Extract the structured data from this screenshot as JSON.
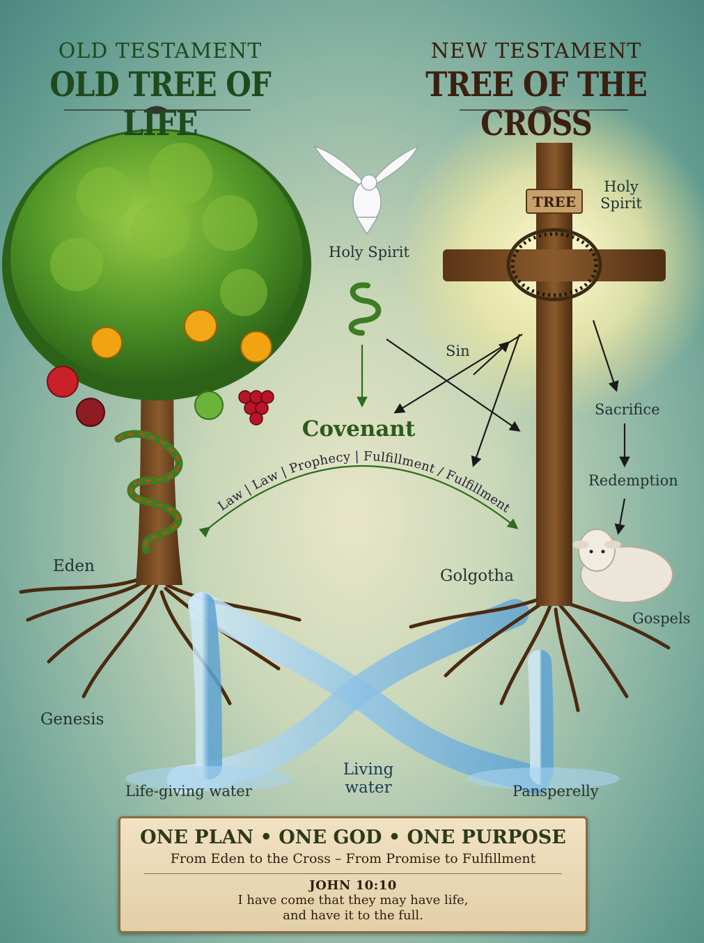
{
  "left_header": {
    "subtitle": "OLD TESTAMENT",
    "title": "OLD TREE OF LIFE"
  },
  "right_header": {
    "subtitle": "NEW TESTAMENT",
    "title": "TREE OF THE CROSS"
  },
  "labels": {
    "holy_spirit_dove": "Holy Spirit",
    "holy_spirit_right_1": "Holy",
    "holy_spirit_right_2": "Spirit",
    "sin": "Sin",
    "covenant": "Covenant",
    "sacrifice": "Sacrifice",
    "redemption": "Redemption",
    "eden": "Eden",
    "golgotha": "Golgotha",
    "gospels": "Gospels",
    "genesis": "Genesis",
    "living_1": "Living",
    "living_2": "water",
    "life_giving_water": "Life-giving water",
    "pansperelly": "Pansperelly",
    "tree_sign": "TREE"
  },
  "arc_labels": [
    "Law",
    "Law",
    "Prophecy",
    "Fulfillment",
    "Fulfillment"
  ],
  "banner": {
    "motto": "ONE PLAN  •  ONE GOD  •  ONE PURPOSE",
    "subtitle": "From Eden to the Cross – From Promise to Fulfillment",
    "verse_ref": "JOHN 10:10",
    "verse_line_1": "I have come that they may have life,",
    "verse_line_2": "and have it to the full."
  },
  "colors": {
    "old_title": "#1f4a1e",
    "new_title": "#3a2010",
    "arrow_green": "#2f6a1e",
    "arrow_dark": "#1a1a1a",
    "water": "#8fc3e6"
  },
  "icons": [
    "dove-icon",
    "serpent-icon",
    "fruit-tree-icon",
    "cross-icon",
    "crown-of-thorns-icon",
    "lamb-icon",
    "water-stream-icon"
  ]
}
